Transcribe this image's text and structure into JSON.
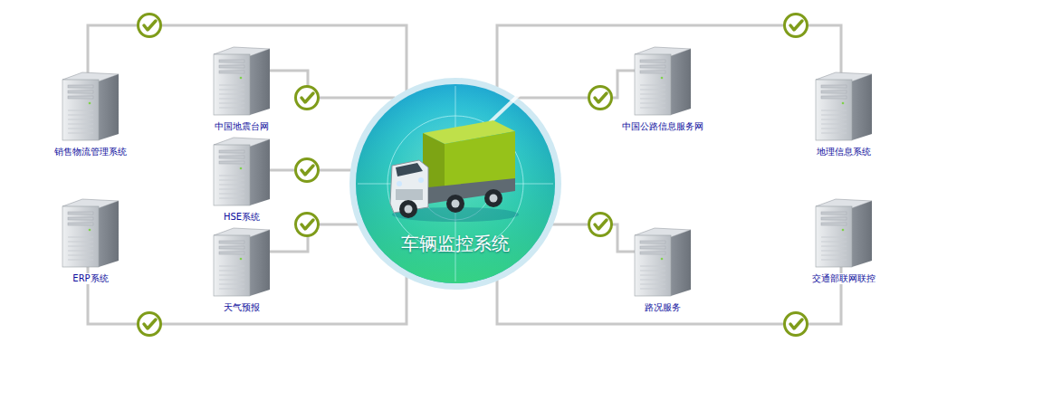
{
  "diagram": {
    "nodes": [
      {
        "text": [
          "销售物流管理系统"
        ]
      },
      {
        "text": [
          "中国地震台网"
        ]
      },
      {
        "text": [
          "HSE系统"
        ]
      },
      {
        "text": [
          "天气预报"
        ]
      },
      {
        "text": [
          "ERP系统"
        ]
      },
      {
        "text": [
          "车辆监控系统"
        ]
      },
      {
        "text": [
          "中国公路信息服务网"
        ]
      },
      {
        "text": [
          "路况服务"
        ]
      },
      {
        "text": [
          "地理信息系统"
        ]
      },
      {
        "text": [
          "交通部联网联控"
        ]
      }
    ],
    "edges": [
      {
        "from": 0,
        "to": 5,
        "arrow": "none"
      },
      {
        "from": 1,
        "to": 5,
        "arrow": "none"
      },
      {
        "from": 2,
        "to": 5,
        "arrow": "none"
      },
      {
        "from": 3,
        "to": 5,
        "arrow": "none"
      },
      {
        "from": 4,
        "to": 5,
        "arrow": "none"
      },
      {
        "from": 6,
        "to": 5,
        "arrow": "none"
      },
      {
        "from": 7,
        "to": 5,
        "arrow": "none"
      },
      {
        "from": 8,
        "to": 5,
        "arrow": "none"
      },
      {
        "from": 9,
        "to": 5,
        "arrow": "none"
      }
    ]
  }
}
